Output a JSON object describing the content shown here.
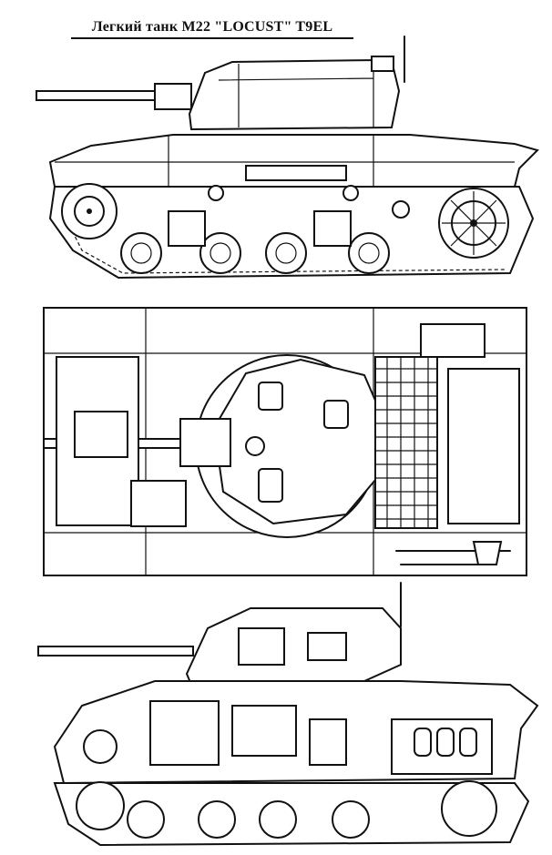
{
  "title": "Легкий танк М22 \"LOCUST\" T9EL",
  "views": [
    "side-view",
    "top-view",
    "cutaway-view"
  ],
  "colors": {
    "line": "#111111",
    "background": "#ffffff"
  }
}
